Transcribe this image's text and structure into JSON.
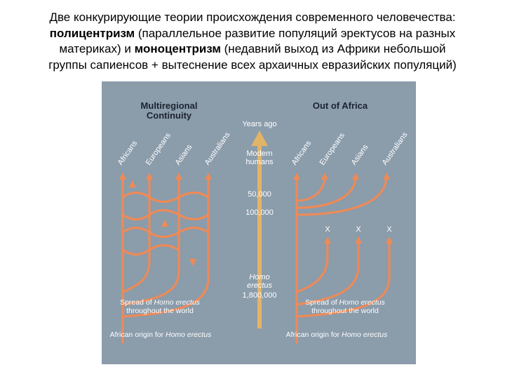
{
  "caption": {
    "line1": "Две конкурирующие теории происхождения современного человечества:",
    "l2_bold": "полицентризм",
    "l2_rest": " (параллельное развитие популяций эректусов на разных",
    "l3_start": "материках)  и ",
    "l3_bold": "моноцентризм",
    "l3_rest": " (недавний выход из Африки небольшой",
    "line4": "группы сапиенсов + вытеснение всех архаичных евразийских популяций)"
  },
  "left_panel": {
    "title_1": "Multiregional",
    "title_2": "Continuity",
    "populations": [
      "Africans",
      "Europeans",
      "Asians",
      "Australians"
    ],
    "spread_1": "Spread of",
    "spread_italic": "Homo erectus",
    "spread_2": "throughout the world",
    "origin_1": "African origin for",
    "origin_italic": "Homo erectus"
  },
  "right_panel": {
    "title": "Out of Africa",
    "populations": [
      "Africans",
      "Europeans",
      "Asians",
      "Australians"
    ],
    "extinct_mark": "X",
    "spread_1": "Spread of",
    "spread_italic": "Homo erectus",
    "spread_2": "throughout the world",
    "origin_1": "African origin for",
    "origin_italic": "Homo erectus"
  },
  "timeline": {
    "header": "Years ago",
    "modern_1": "Modern",
    "modern_2": "humans",
    "t1": "50,000",
    "t2": "100,000",
    "erectus_1": "Homo",
    "erectus_2": "erectus",
    "t3": "1,800,000"
  },
  "colors": {
    "panel_bg": "#8b9cab",
    "branch": "#ee8a57",
    "timeline_arrow": "#e2b468",
    "text_light": "#ffffff",
    "title_dark": "#1b2330"
  }
}
